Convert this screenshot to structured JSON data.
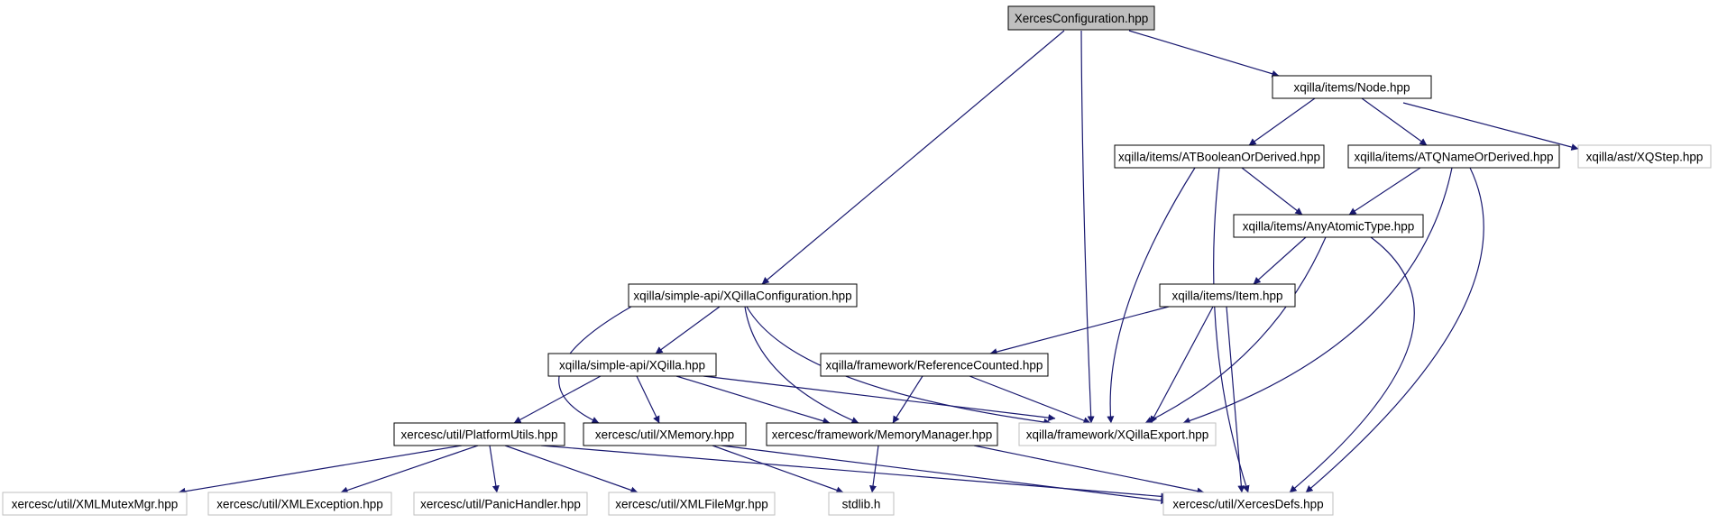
{
  "graph": {
    "colors": {
      "edge": "#191970",
      "node_border": "#000000",
      "external_border": "#bfbfbf",
      "root_fill": "#bfbfbf",
      "node_fill": "#ffffff",
      "text": "#000000"
    },
    "nodes": [
      {
        "id": "xercesconfig",
        "label": "XercesConfiguration.hpp",
        "kind": "root"
      },
      {
        "id": "node",
        "label": "xqilla/items/Node.hpp",
        "kind": "internal"
      },
      {
        "id": "atbool",
        "label": "xqilla/items/ATBooleanOrDerived.hpp",
        "kind": "internal"
      },
      {
        "id": "atqname",
        "label": "xqilla/items/ATQNameOrDerived.hpp",
        "kind": "internal"
      },
      {
        "id": "xqstep",
        "label": "xqilla/ast/XQStep.hpp",
        "kind": "external"
      },
      {
        "id": "anyatomic",
        "label": "xqilla/items/AnyAtomicType.hpp",
        "kind": "internal"
      },
      {
        "id": "xqconfig",
        "label": "xqilla/simple-api/XQillaConfiguration.hpp",
        "kind": "internal"
      },
      {
        "id": "item",
        "label": "xqilla/items/Item.hpp",
        "kind": "internal"
      },
      {
        "id": "xqilla",
        "label": "xqilla/simple-api/XQilla.hpp",
        "kind": "internal"
      },
      {
        "id": "refcounted",
        "label": "xqilla/framework/ReferenceCounted.hpp",
        "kind": "internal"
      },
      {
        "id": "platformutils",
        "label": "xercesc/util/PlatformUtils.hpp",
        "kind": "internal"
      },
      {
        "id": "xmemory",
        "label": "xercesc/util/XMemory.hpp",
        "kind": "internal"
      },
      {
        "id": "memmgr",
        "label": "xercesc/framework/MemoryManager.hpp",
        "kind": "internal"
      },
      {
        "id": "xqexport",
        "label": "xqilla/framework/XQillaExport.hpp",
        "kind": "external"
      },
      {
        "id": "mutexmgr",
        "label": "xercesc/util/XMLMutexMgr.hpp",
        "kind": "external"
      },
      {
        "id": "xmlexception",
        "label": "xercesc/util/XMLException.hpp",
        "kind": "external"
      },
      {
        "id": "panichandler",
        "label": "xercesc/util/PanicHandler.hpp",
        "kind": "external"
      },
      {
        "id": "filemgr",
        "label": "xercesc/util/XMLFileMgr.hpp",
        "kind": "external"
      },
      {
        "id": "stdlib",
        "label": "stdlib.h",
        "kind": "external"
      },
      {
        "id": "xercesdefs",
        "label": "xercesc/util/XercesDefs.hpp",
        "kind": "external"
      }
    ],
    "edges": [
      [
        "xercesconfig",
        "node"
      ],
      [
        "xercesconfig",
        "xqconfig"
      ],
      [
        "xercesconfig",
        "xqexport"
      ],
      [
        "node",
        "atbool"
      ],
      [
        "node",
        "atqname"
      ],
      [
        "node",
        "xqstep"
      ],
      [
        "atbool",
        "anyatomic"
      ],
      [
        "atbool",
        "xqexport"
      ],
      [
        "atbool",
        "xercesdefs"
      ],
      [
        "atqname",
        "anyatomic"
      ],
      [
        "atqname",
        "xqexport"
      ],
      [
        "atqname",
        "xercesdefs"
      ],
      [
        "anyatomic",
        "item"
      ],
      [
        "anyatomic",
        "xqexport"
      ],
      [
        "anyatomic",
        "xercesdefs"
      ],
      [
        "xqconfig",
        "xqilla"
      ],
      [
        "xqconfig",
        "xmemory"
      ],
      [
        "xqconfig",
        "memmgr"
      ],
      [
        "xqconfig",
        "xqexport"
      ],
      [
        "item",
        "refcounted"
      ],
      [
        "item",
        "xqexport"
      ],
      [
        "item",
        "xercesdefs"
      ],
      [
        "xqilla",
        "platformutils"
      ],
      [
        "xqilla",
        "xmemory"
      ],
      [
        "xqilla",
        "memmgr"
      ],
      [
        "xqilla",
        "xqexport"
      ],
      [
        "refcounted",
        "memmgr"
      ],
      [
        "refcounted",
        "xqexport"
      ],
      [
        "platformutils",
        "mutexmgr"
      ],
      [
        "platformutils",
        "xmlexception"
      ],
      [
        "platformutils",
        "panichandler"
      ],
      [
        "platformutils",
        "filemgr"
      ],
      [
        "platformutils",
        "xercesdefs"
      ],
      [
        "xmemory",
        "stdlib"
      ],
      [
        "xmemory",
        "xercesdefs"
      ],
      [
        "memmgr",
        "stdlib"
      ],
      [
        "memmgr",
        "xercesdefs"
      ]
    ]
  }
}
